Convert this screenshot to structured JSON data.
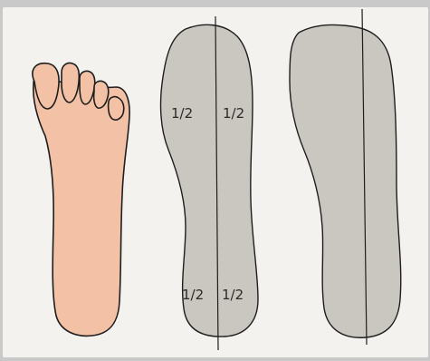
{
  "labels": {
    "top_left": "1/2",
    "top_right": "1/2",
    "bottom_left": "1/2",
    "bottom_right": "1/2"
  },
  "colors": {
    "skin": "#f3c2a6",
    "insole": "#c9c7bf",
    "outline": "#1e1e1e",
    "paper": "#f3f2ee"
  }
}
